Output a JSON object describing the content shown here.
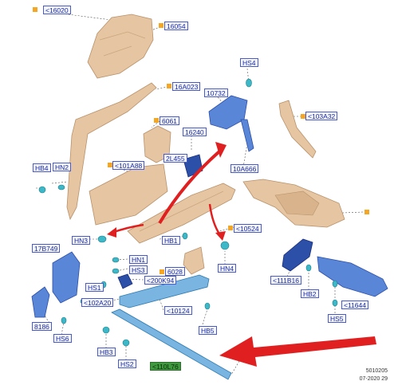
{
  "labels": [
    {
      "id": "l16020",
      "text": "<16020"
    },
    {
      "id": "l16054",
      "text": "16054"
    },
    {
      "id": "lHS4",
      "text": "HS4"
    },
    {
      "id": "l16A023",
      "text": "16A023"
    },
    {
      "id": "l10732",
      "text": "10732"
    },
    {
      "id": "l103A32",
      "text": "<103A32"
    },
    {
      "id": "l6061",
      "text": "6061"
    },
    {
      "id": "l16240",
      "text": "16240"
    },
    {
      "id": "l2L455",
      "text": "2L455"
    },
    {
      "id": "l10A666",
      "text": "10A666"
    },
    {
      "id": "lHB4",
      "text": "HB4"
    },
    {
      "id": "lHN2",
      "text": "HN2"
    },
    {
      "id": "l101A88",
      "text": "<101A88"
    },
    {
      "id": "l10524",
      "text": "<10524"
    },
    {
      "id": "l17B749",
      "text": "17B749"
    },
    {
      "id": "lHN3",
      "text": "HN3"
    },
    {
      "id": "lHB1",
      "text": "HB1"
    },
    {
      "id": "lHN1",
      "text": "HN1"
    },
    {
      "id": "lHS3",
      "text": "HS3"
    },
    {
      "id": "l6028",
      "text": "6028"
    },
    {
      "id": "lHN4",
      "text": "HN4"
    },
    {
      "id": "l111B16",
      "text": "<111B16"
    },
    {
      "id": "l200K94",
      "text": "<200K94"
    },
    {
      "id": "lHS1",
      "text": "HS1"
    },
    {
      "id": "l102A20",
      "text": "<102A20"
    },
    {
      "id": "lHB2",
      "text": "HB2"
    },
    {
      "id": "l11644",
      "text": "<11644"
    },
    {
      "id": "l10124",
      "text": "<10124"
    },
    {
      "id": "l8186",
      "text": "8186"
    },
    {
      "id": "lHS5",
      "text": "HS5"
    },
    {
      "id": "lHS6",
      "text": "HS6"
    },
    {
      "id": "lHB5",
      "text": "HB5"
    },
    {
      "id": "lHB3",
      "text": "HB3"
    },
    {
      "id": "lHS2",
      "text": "HS2"
    },
    {
      "id": "l110L76",
      "text": "<110L76"
    }
  ],
  "document": {
    "number": "5010205",
    "date": "07-2020 29"
  },
  "colors": {
    "part_body": "#e6c6a2",
    "part_body_dark": "#b8916a",
    "part_blue": "#5a86d8",
    "part_blue_dark": "#2c4fa8",
    "fastener": "#3cb8c8",
    "arrow_red": "#e02020",
    "label_border": "#4a5ac8",
    "label_text": "#1a2a9a",
    "marker_orange": "#f5a623",
    "label_green": "#3f9a3f"
  }
}
